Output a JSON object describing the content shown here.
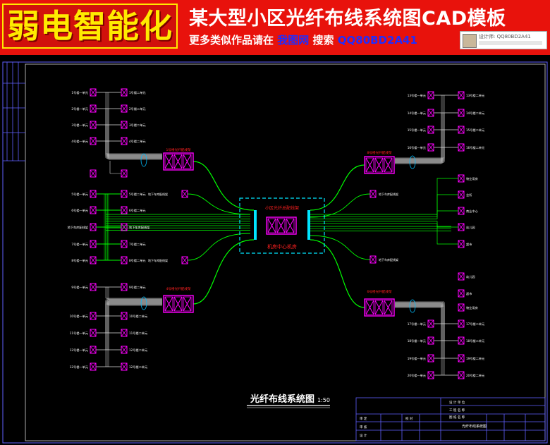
{
  "banner": {
    "logo_text": "弱电智能化",
    "title": "某大型小区光纤布线系统图CAD模板",
    "subtitle_prefix": "更多类似作品请在",
    "subtitle_site": "我图网",
    "subtitle_mid": "搜索",
    "subtitle_code": "QQ80BD2A41",
    "designer": "设计师: QQ80BD2A41"
  },
  "drawing": {
    "caption": "光纤布线系统图",
    "scale": "1:50",
    "center_box_top": "小区光纤总配线架",
    "center_box_bottom": "机房中心机房",
    "tr_top_label": "8号楼光纤配线架",
    "tr_bot_label": "6号楼光纤配线架",
    "tl_top_label": "1号楼光纤配线架",
    "tl_bot_label": "4号楼光纤配线架",
    "left_labels_a": [
      "1号楼一单元",
      "2号楼一单元",
      "3号楼一单元",
      "4号楼一单元"
    ],
    "left_labels_a_right": [
      "1号楼二单元",
      "2号楼二单元",
      "3号楼二单元",
      "4号楼二单元"
    ],
    "left_mid": [
      "5号楼一单元",
      "6号楼一单元",
      "地下车库配线架",
      "7号楼一单元",
      "8号楼一单元"
    ],
    "left_mid_right": [
      "5号楼二单元",
      "6号楼二单元",
      "地下车库配线架",
      "7号楼二单元",
      "8号楼二单元"
    ],
    "left_low": [
      "9号楼一单元",
      "10号楼一单元",
      "11号楼一单元",
      "12号楼一单元"
    ],
    "left_low_right": [
      "9号楼二单元",
      "10号楼二单元",
      "11号楼二单元",
      "12号楼二单元"
    ],
    "right_top_left": [
      "13号楼一单元",
      "14号楼一单元",
      "15号楼一单元",
      "16号楼一单元"
    ],
    "right_top_right": [
      "13号楼二单元",
      "14号楼二单元",
      "15号楼二单元",
      "16号楼二单元"
    ],
    "right_mid": [
      "物业用房",
      "会所",
      "商业中心",
      "幼儿园",
      "超市"
    ],
    "right_low_left": [
      "17号楼一单元",
      "18号楼一单元",
      "19号楼一单元",
      "20号楼一单元"
    ],
    "right_low_right": [
      "17号楼二单元",
      "18号楼二单元",
      "19号楼二单元",
      "20号楼二单元"
    ],
    "title_block_rows": [
      "设 计 单 位",
      "工 程 名 称",
      "图 纸 名 称"
    ],
    "title_block_drawing": "光纤布线系统图",
    "title_block_labels": [
      "审 定",
      "审 核",
      "设 计",
      "校 对"
    ]
  },
  "colors": {
    "banner_red": "#e8120c",
    "logo_yellow": "#ffeb00",
    "fiber_green": "#00ff00",
    "patch_magenta": "#ff00ff",
    "cable_white": "#dddddd",
    "label_red": "#ff2020",
    "frame_blue": "#6060ff",
    "center_cyan": "#00e5ff"
  }
}
